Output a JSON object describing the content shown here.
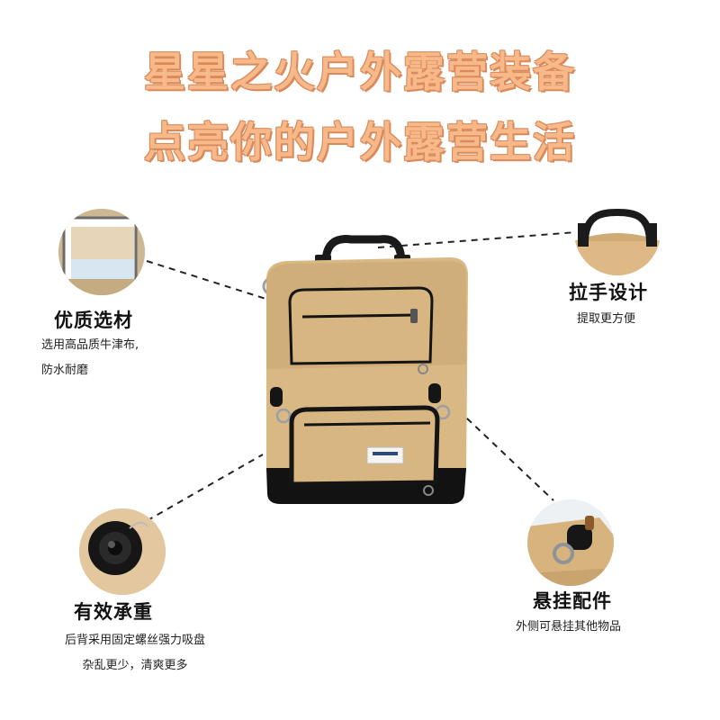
{
  "headline": {
    "line1": "星星之火户外露营装备",
    "line2": "点亮你的户外露营生活"
  },
  "features": {
    "material": {
      "title": "优质选材",
      "desc_line1": "选用高品质牛津布,",
      "desc_line2": "防水耐磨"
    },
    "handle": {
      "title": "拉手设计",
      "desc_line1": "提取更方便"
    },
    "load": {
      "title": "有效承重",
      "desc_line1": "后背采用固定螺丝强力吸盘",
      "desc_line2": "杂乱更少，清爽更多"
    },
    "accessory": {
      "title": "悬挂配件",
      "desc_line1": "外侧可悬挂其他物品"
    }
  },
  "colors": {
    "headline_fill": "#f8b98a",
    "headline_outline": "#d9895a",
    "bag_khaki": "#d9b884",
    "bag_dark": "#121212"
  }
}
